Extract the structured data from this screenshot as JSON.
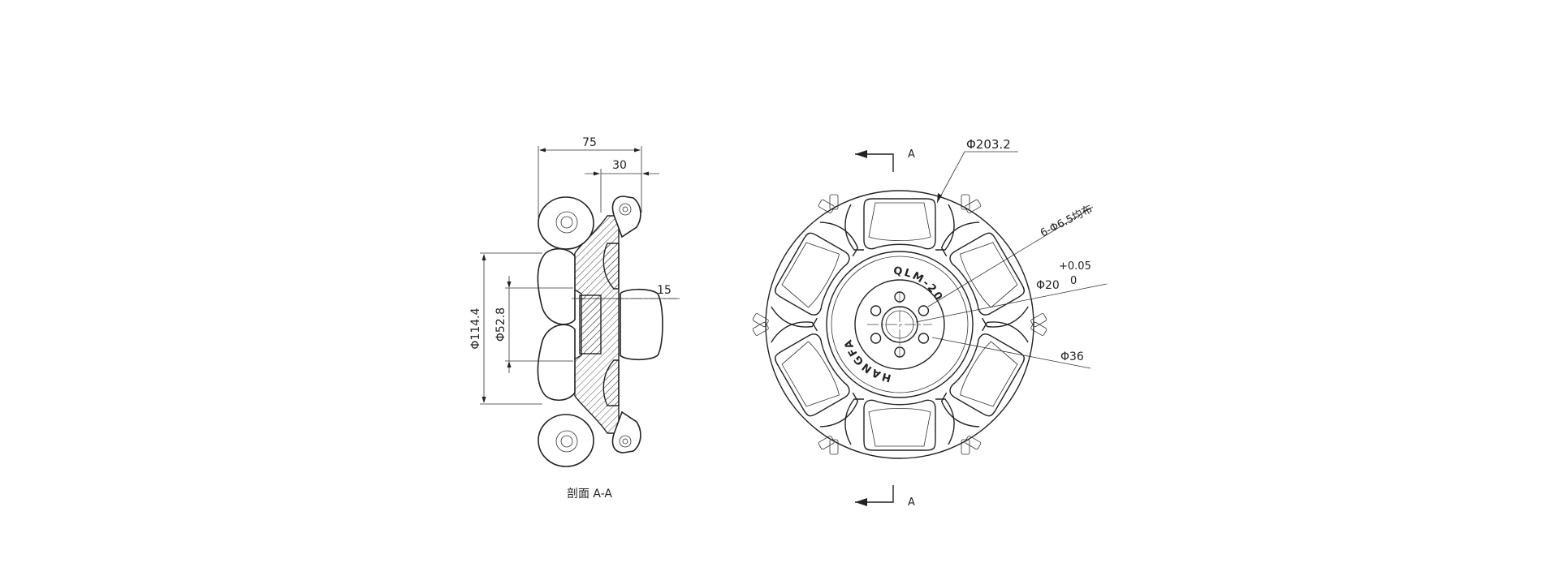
{
  "section_view": {
    "caption": "剖面 A-A",
    "dims": {
      "overall_width": "75",
      "hub_width": "30",
      "offset": "15",
      "outer_dia": "Φ114.4",
      "inner_dia": "Φ52.8"
    }
  },
  "front_view": {
    "section_marker": "A",
    "wheel_dia": "Φ203.2",
    "bolt_holes": "6-Φ6.5均布",
    "tolerance_upper": "+0.05",
    "bore_dia": "Φ20",
    "tolerance_lower": "0",
    "hub_dia": "Φ36",
    "engraving_left": "HANGFA",
    "engraving_right": "QLM-20"
  }
}
